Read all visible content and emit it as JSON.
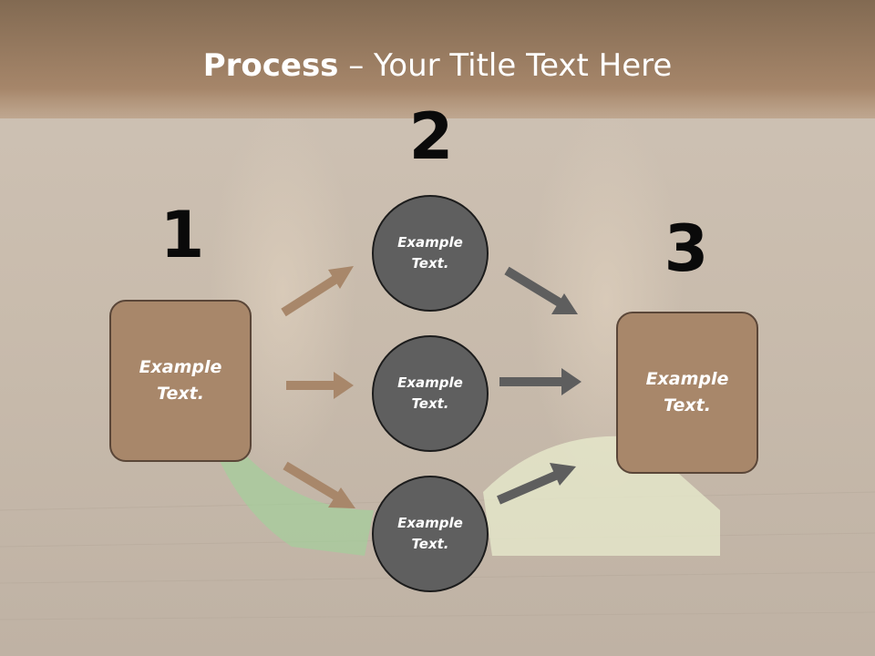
{
  "title": {
    "bold": "Process",
    "rest": " – Your Title Text Here"
  },
  "steps": [
    {
      "number": "1",
      "text": "Example Text."
    },
    {
      "number": "2"
    },
    {
      "number": "3",
      "text": "Example Text."
    }
  ],
  "circles": [
    {
      "text": "Example Text."
    },
    {
      "text": "Example Text."
    },
    {
      "text": "Example Text."
    }
  ],
  "colors": {
    "box": "#a8876a",
    "circle": "#5f5f5f",
    "arrow_tan": "#a8876a",
    "arrow_gray": "#5e5e5e"
  }
}
